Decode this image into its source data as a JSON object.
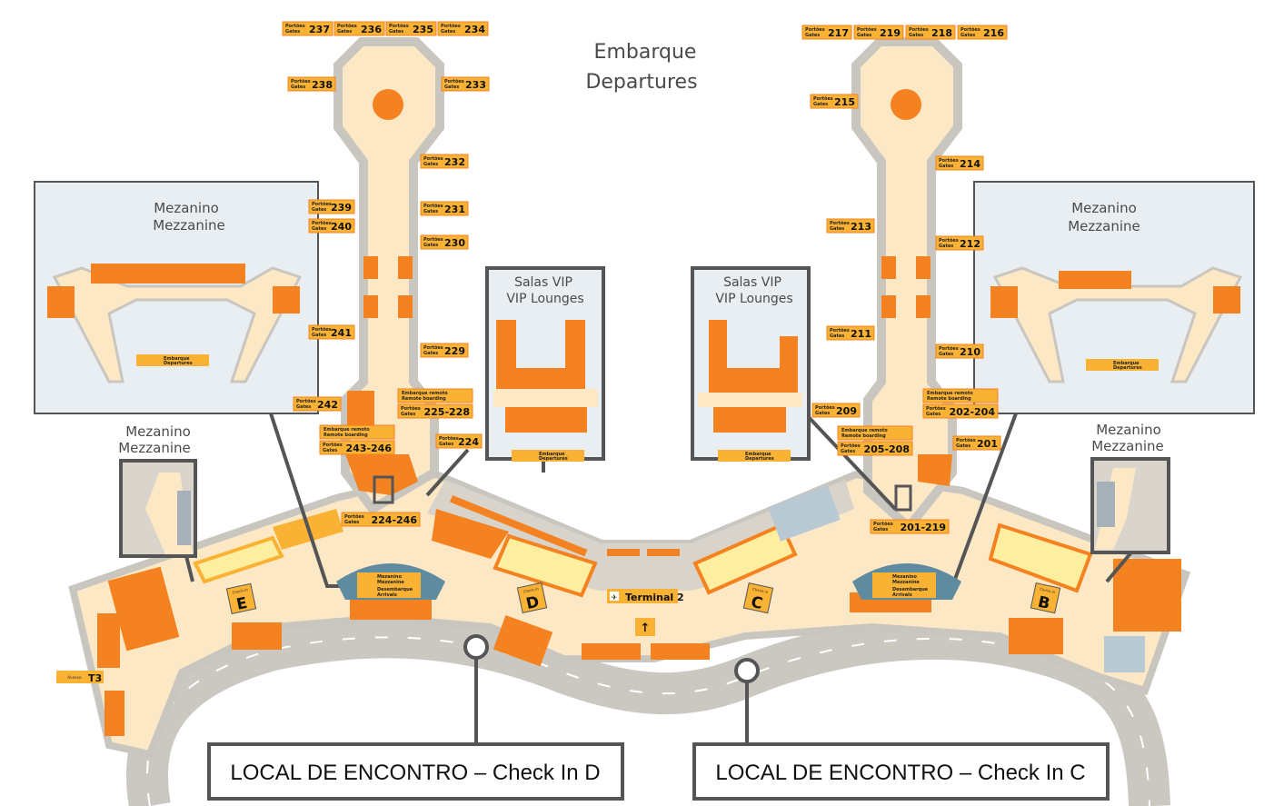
{
  "title": {
    "pt": "Embarque",
    "en": "Departures"
  },
  "gate_word": {
    "pt": "Portões",
    "en": "Gates"
  },
  "remote": {
    "pt": "Embarque remoto",
    "en": "Remote boarding"
  },
  "gates_left": [
    "237",
    "236",
    "235",
    "234",
    "238",
    "233",
    "232",
    "239",
    "231",
    "240",
    "230",
    "241",
    "229",
    "242",
    "225-228",
    "243-246",
    "224",
    "224-246"
  ],
  "gates_right": [
    "217",
    "219",
    "218",
    "216",
    "215",
    "214",
    "213",
    "212",
    "211",
    "210",
    "209",
    "202-204",
    "205-208",
    "201",
    "201-219"
  ],
  "mezzanine_large": {
    "pt": "Mezanino",
    "en": "Mezzanine"
  },
  "mezzanine_small": {
    "pt": "Mezanino",
    "en": "Mezzanine"
  },
  "vip": {
    "pt": "Salas VIP",
    "en": "VIP Lounges"
  },
  "box_departures": {
    "pt": "Embarque",
    "en": "Departures"
  },
  "pod": {
    "mez_pt": "Mezanino",
    "mez_en": "Mezzanine",
    "arr_pt": "Desembarque",
    "arr_en": "Arrivals"
  },
  "checkins": [
    "E",
    "D",
    "C",
    "B"
  ],
  "checkin_small": "Check-in",
  "terminal_label": "Terminal 2",
  "t3": {
    "prefix": "Acesso",
    "label": "T3"
  },
  "meeting_points": [
    {
      "label": "LOCAL DE ENCONTRO – Check In D"
    },
    {
      "label": "LOCAL DE ENCONTRO – Check In C"
    }
  ],
  "colors": {
    "orange": "#f58220",
    "label": "#f9b233",
    "floor": "#fde8c6",
    "wall": "#c9c6c0",
    "frame": "#555555",
    "panel": "#e8eef1"
  }
}
